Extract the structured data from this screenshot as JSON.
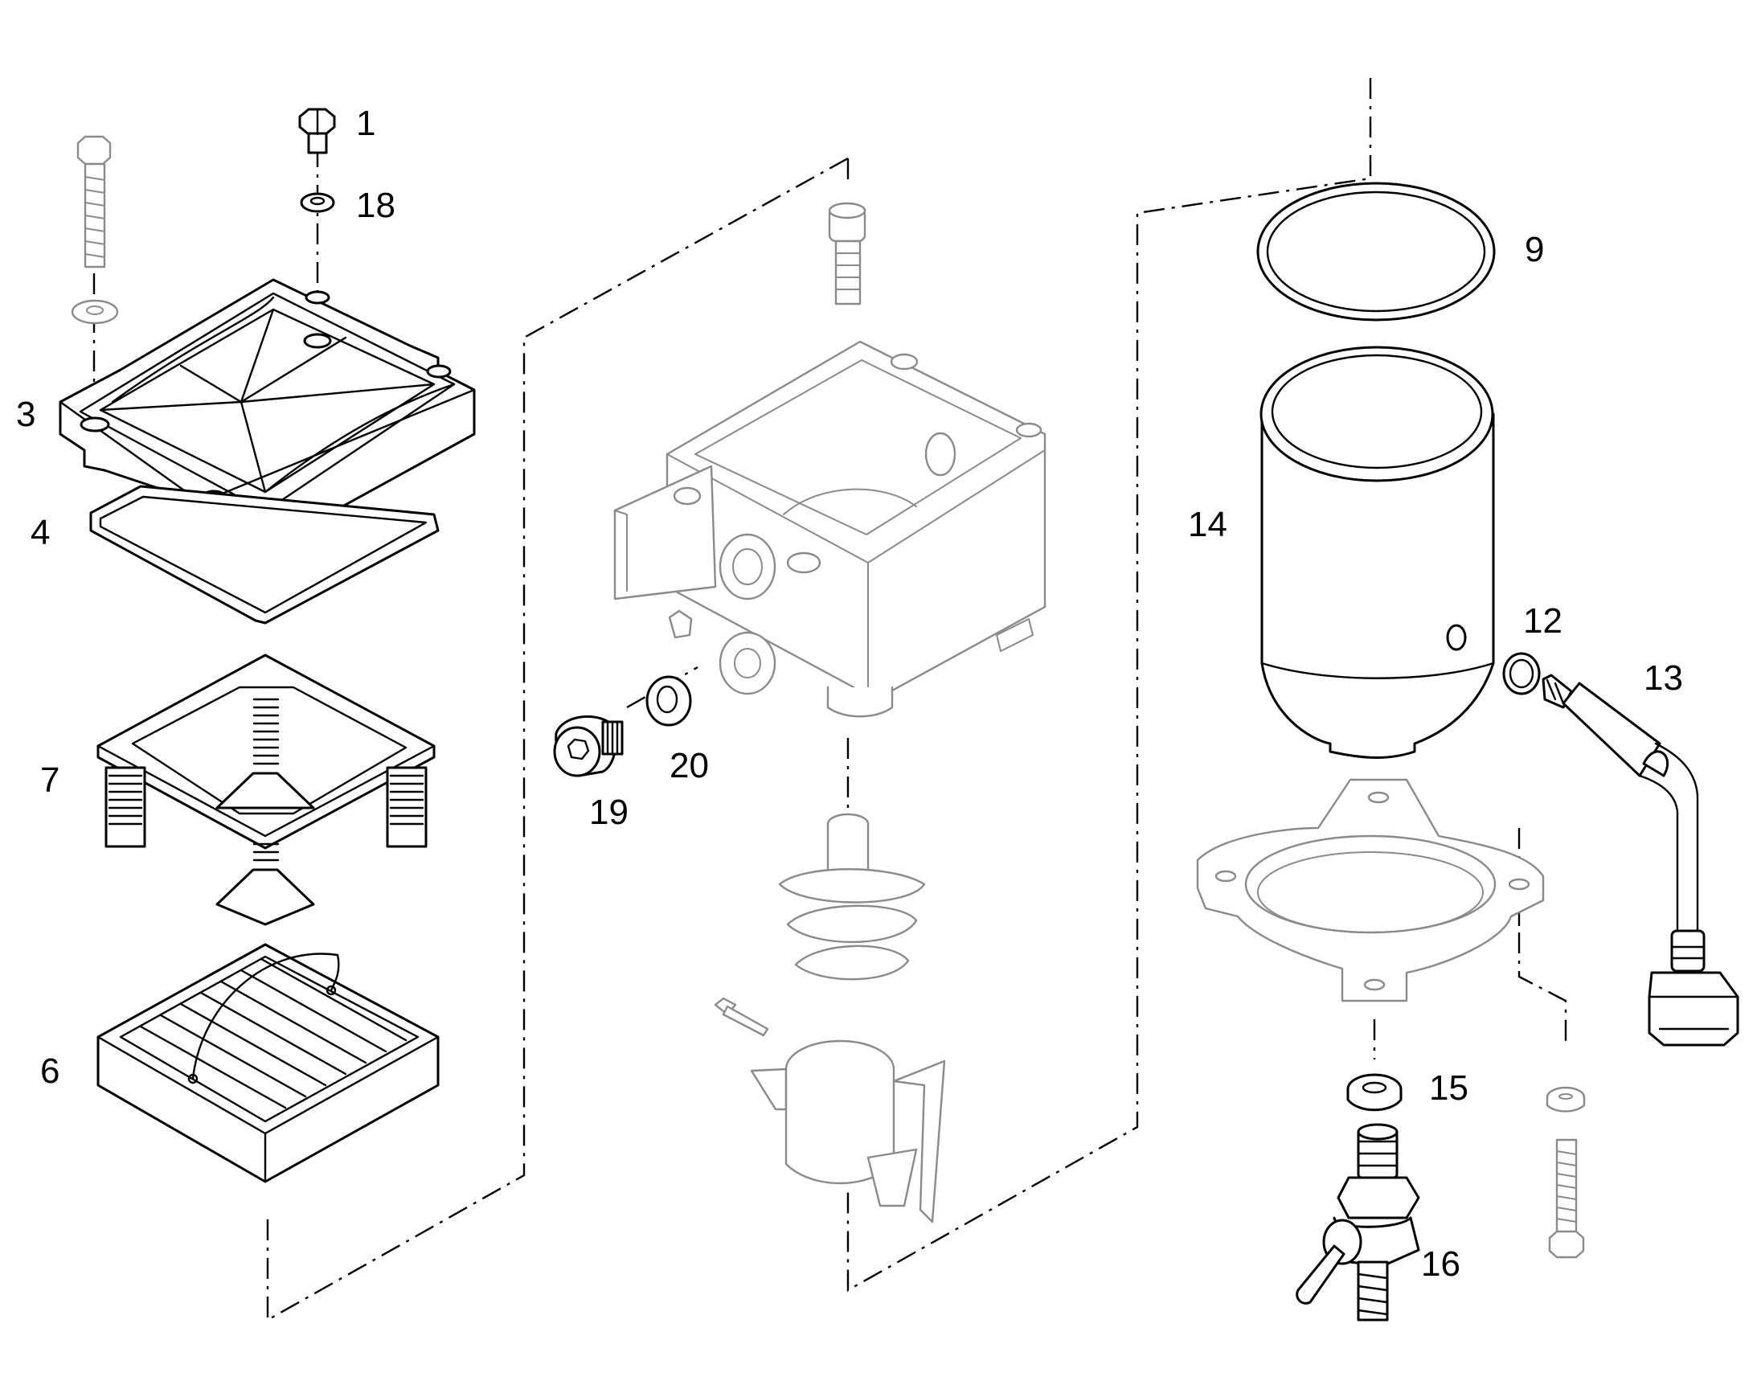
{
  "diagram": {
    "callouts": [
      {
        "id": "c1",
        "label": "1"
      },
      {
        "id": "c18",
        "label": "18"
      },
      {
        "id": "c3",
        "label": "3"
      },
      {
        "id": "c4",
        "label": "4"
      },
      {
        "id": "c7",
        "label": "7"
      },
      {
        "id": "c6",
        "label": "6"
      },
      {
        "id": "c19",
        "label": "19"
      },
      {
        "id": "c20",
        "label": "20"
      },
      {
        "id": "c9",
        "label": "9"
      },
      {
        "id": "c14",
        "label": "14"
      },
      {
        "id": "c12",
        "label": "12"
      },
      {
        "id": "c13",
        "label": "13"
      },
      {
        "id": "c15",
        "label": "15"
      },
      {
        "id": "c16",
        "label": "16"
      }
    ]
  },
  "colors": {
    "line": "#000000",
    "ghost_line": "#8a8a8a",
    "background": "#ffffff"
  }
}
